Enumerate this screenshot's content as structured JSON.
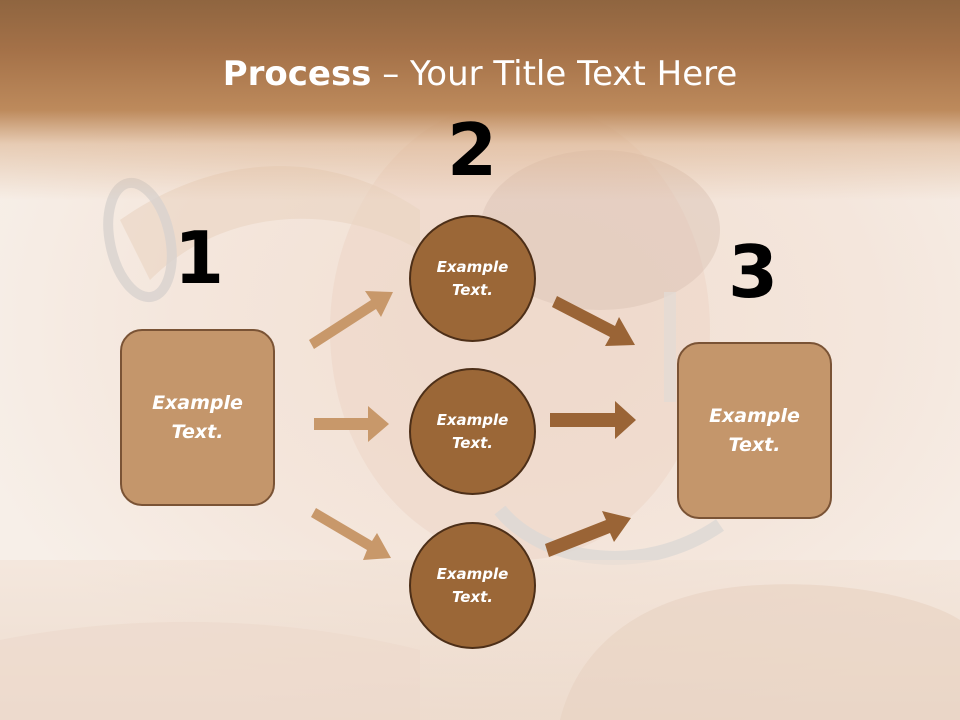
{
  "slide": {
    "title_bold": "Process",
    "title_rest": " – Your Title Text Here"
  },
  "steps": {
    "step1_number": "1",
    "step2_number": "2",
    "step3_number": "3"
  },
  "boxes": {
    "left_text": "Example\nText.",
    "right_text": "Example\nText."
  },
  "circles": {
    "top_text": "Example\nText.",
    "middle_text": "Example\nText.",
    "bottom_text": "Example\nText."
  },
  "colors": {
    "banner": "#a47148",
    "box_fill": "#c4966b",
    "circle_fill": "#9b6737",
    "arrow_light": "#c8986a",
    "arrow_dark": "#9a6436"
  }
}
